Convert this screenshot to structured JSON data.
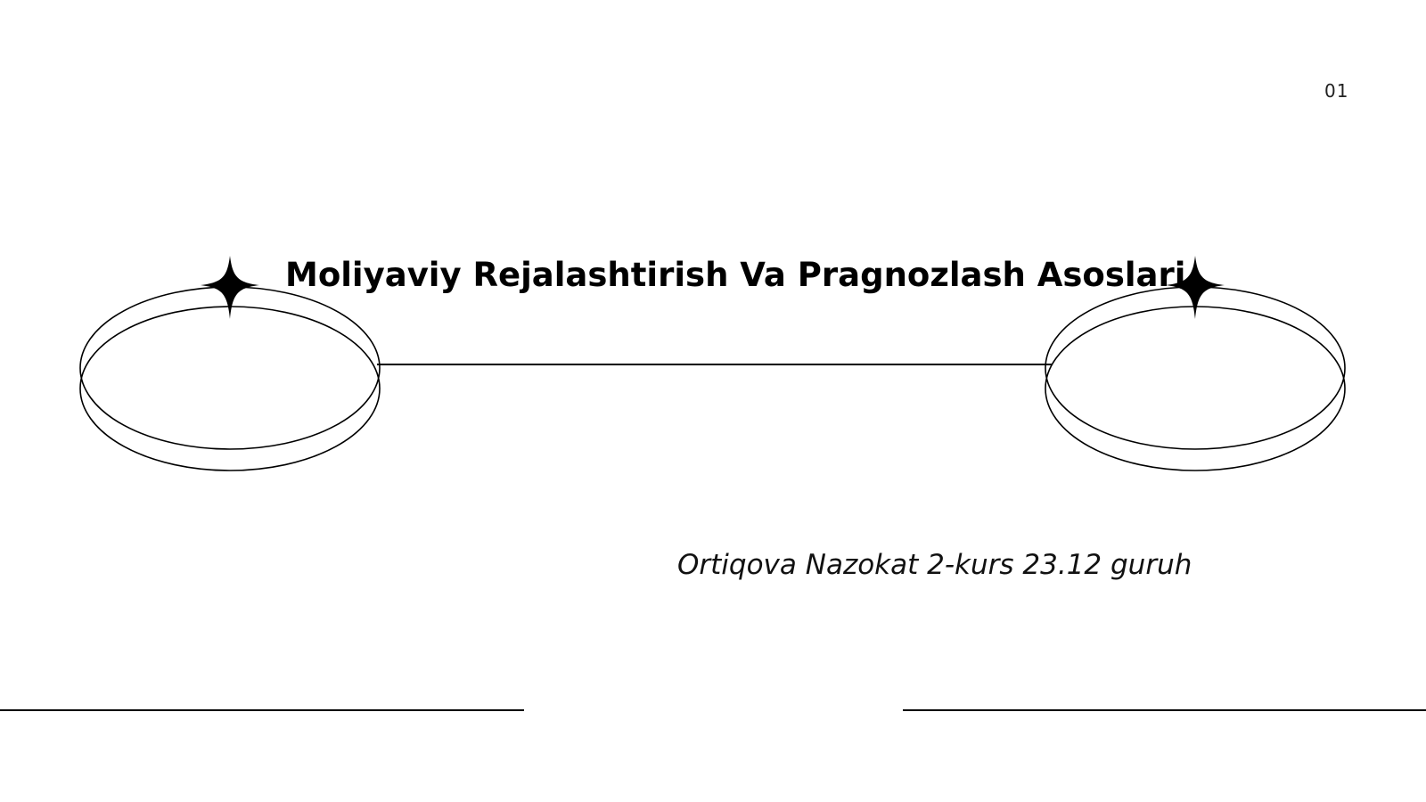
{
  "slide": {
    "number": "01",
    "title": "Moliyaviy Rejalashtirish Va Pragnozlash Asoslari",
    "subtitle": "Ortiqova Nazokat 2-kurs 23.12 guruh"
  },
  "decor": {
    "left_star_icon": "four-point-star",
    "right_star_icon": "four-point-star",
    "stroke_color": "#000000",
    "background_color": "#ffffff"
  }
}
